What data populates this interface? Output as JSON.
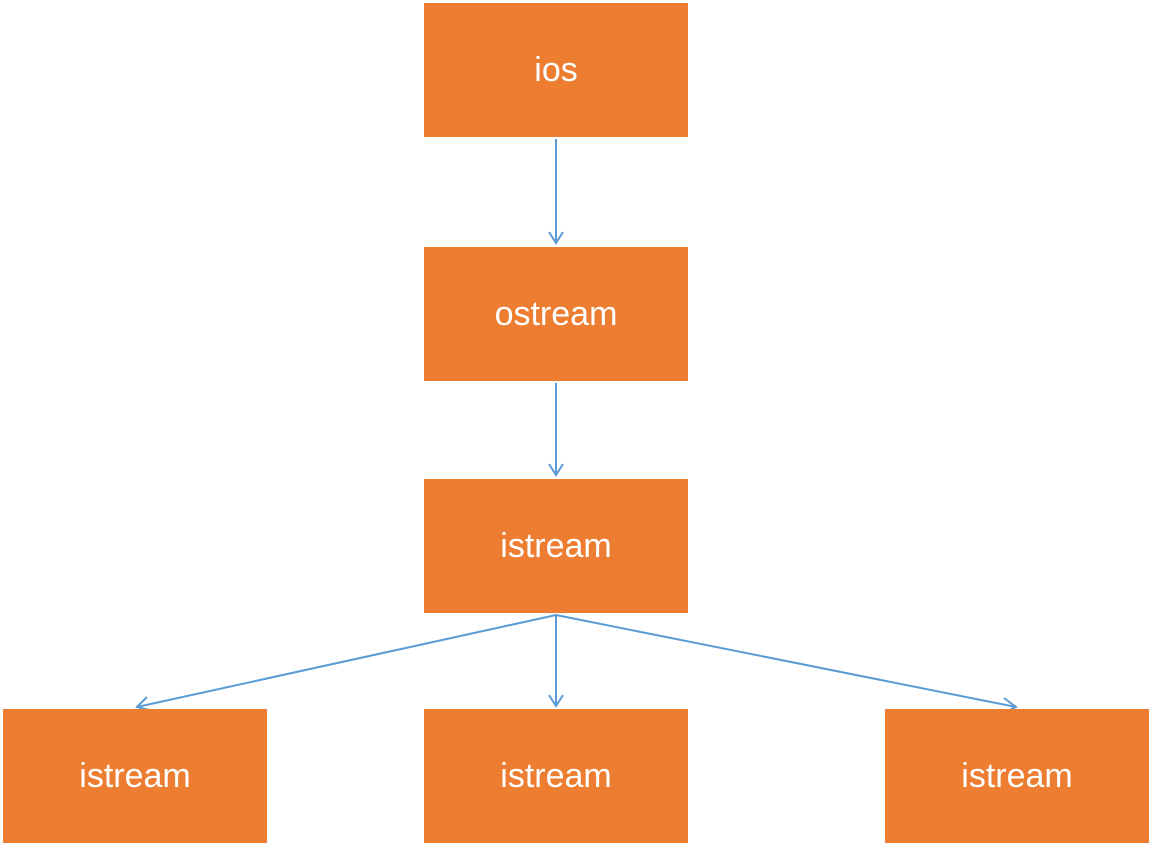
{
  "nodes": {
    "root": "ios",
    "level2": "ostream",
    "level3": "istream",
    "child_left": "istream",
    "child_middle": "istream",
    "child_right": "istream"
  },
  "colors": {
    "node_fill": "#ed7d31",
    "node_text": "#ffffff",
    "edge": "#5b9bd5"
  }
}
